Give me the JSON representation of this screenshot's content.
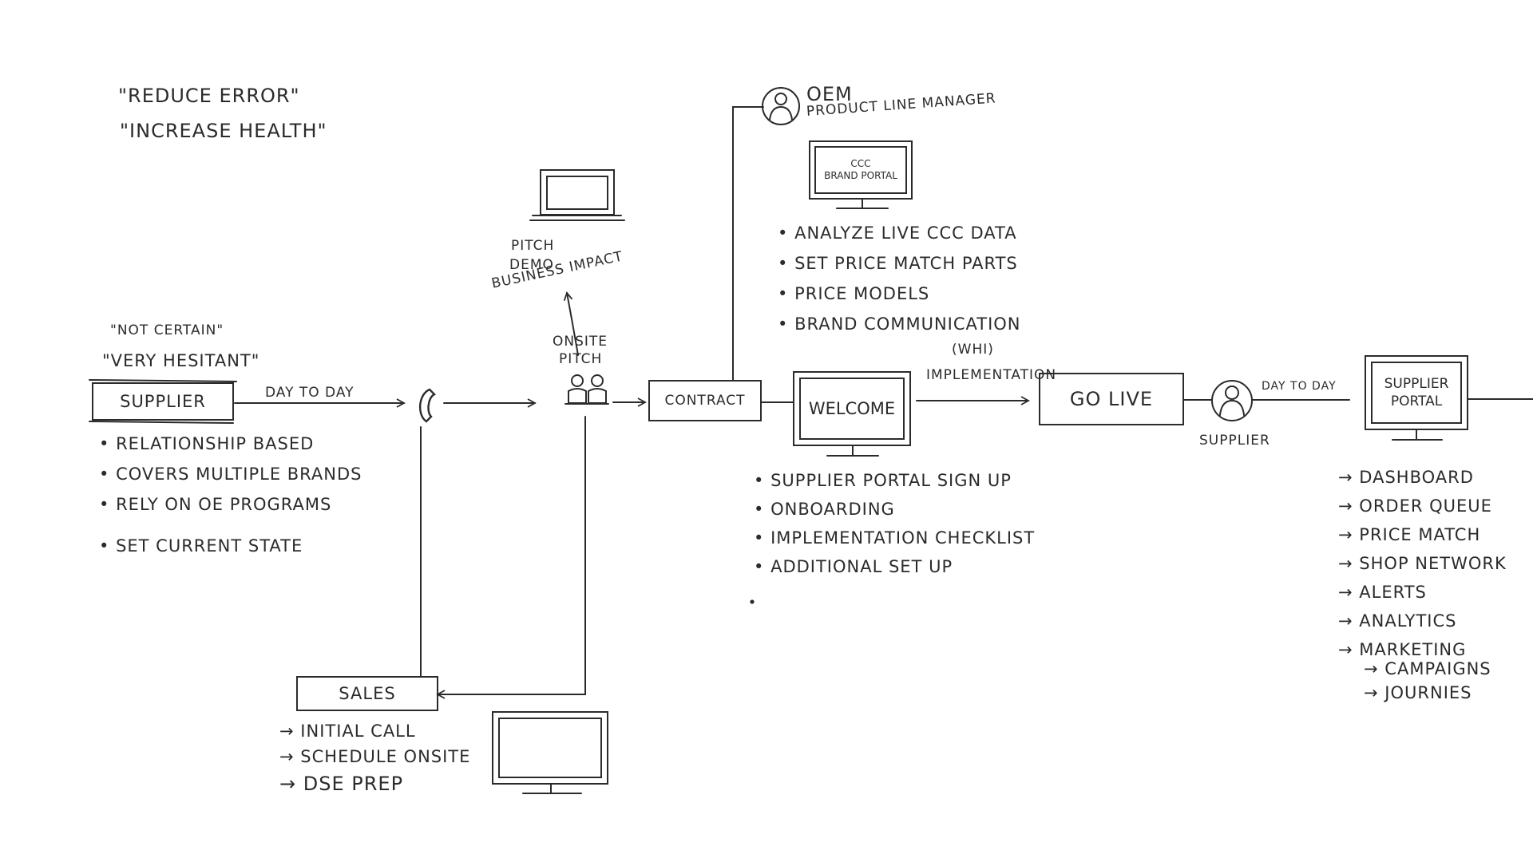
{
  "header_quotes": [
    "\"REDUCE ERROR\"",
    "\"INCREASE HEALTH\""
  ],
  "supplier_quotes": [
    "\"NOT CERTAIN\"",
    "\"VERY HESITANT\""
  ],
  "nodes": {
    "supplier": "SUPPLIER",
    "sales": "SALES",
    "contract": "CONTRACT",
    "welcome": "WELCOME",
    "go_live": "GO LIVE",
    "onsite_pitch": [
      "ONSITE",
      "PITCH"
    ],
    "brand_portal": [
      "CCC",
      "BRAND PORTAL"
    ],
    "supplier_portal": [
      "SUPPLIER",
      "PORTAL"
    ],
    "oem": [
      "OEM",
      "PRODUCT LINE MANAGER"
    ],
    "supplier_persona": "SUPPLIER"
  },
  "edge_labels": {
    "day_to_day_1": "DAY TO DAY",
    "day_to_day_2": "DAY TO DAY",
    "whi": "(WHI)",
    "implementation": "IMPLEMENTATION"
  },
  "pitch_notes": [
    "PITCH",
    "DEMO",
    "BUSINESS IMPACT"
  ],
  "supplier_notes": [
    "RELATIONSHIP BASED",
    "COVERS MULTIPLE BRANDS",
    "RELY ON OE PROGRAMS",
    "SET CURRENT STATE"
  ],
  "sales_notes": [
    "INITIAL CALL",
    "SCHEDULE ONSITE",
    "DSE PREP"
  ],
  "brand_portal_notes": [
    "ANALYZE LIVE CCC DATA",
    "SET PRICE MATCH PARTS",
    "PRICE MODELS",
    "BRAND COMMUNICATION"
  ],
  "welcome_notes": [
    "SUPPLIER PORTAL SIGN UP",
    "ONBOARDING",
    "IMPLEMENTATION CHECKLIST",
    "ADDITIONAL SET UP"
  ],
  "portal_features": [
    "DASHBOARD",
    "ORDER QUEUE",
    "PRICE MATCH",
    "SHOP NETWORK",
    "ALERTS",
    "ANALYTICS",
    "MARKETING"
  ],
  "portal_subfeatures": [
    "CAMPAIGNS",
    "JOURNIES"
  ],
  "colors": {
    "ink": "#2b2b2b",
    "paper": "#ffffff"
  },
  "icons": {
    "bullet": "•",
    "arrow": "→"
  }
}
